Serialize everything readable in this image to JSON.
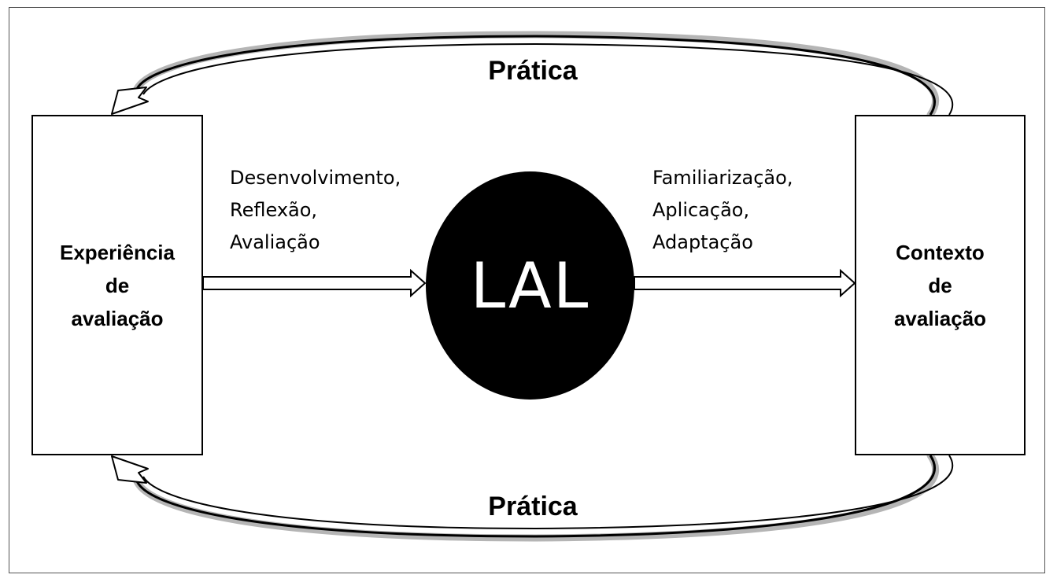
{
  "left_box": {
    "label": "Experiência\nde\navaliação"
  },
  "right_box": {
    "label": "Contexto\nde\navaliação"
  },
  "center": {
    "label": "LAL"
  },
  "left_flow": {
    "text": "Desenvolvimento,\nReflexão,\nAvaliação"
  },
  "right_flow": {
    "text": "Familiarização,\nAplicação,\nAdaptação"
  },
  "top_loop": {
    "label": "Prática"
  },
  "bottom_loop": {
    "label": "Prática"
  },
  "colors": {
    "stroke": "#000000",
    "loop_shadow": "#b5b5b5",
    "circle_fill": "#000000",
    "background": "#ffffff"
  }
}
